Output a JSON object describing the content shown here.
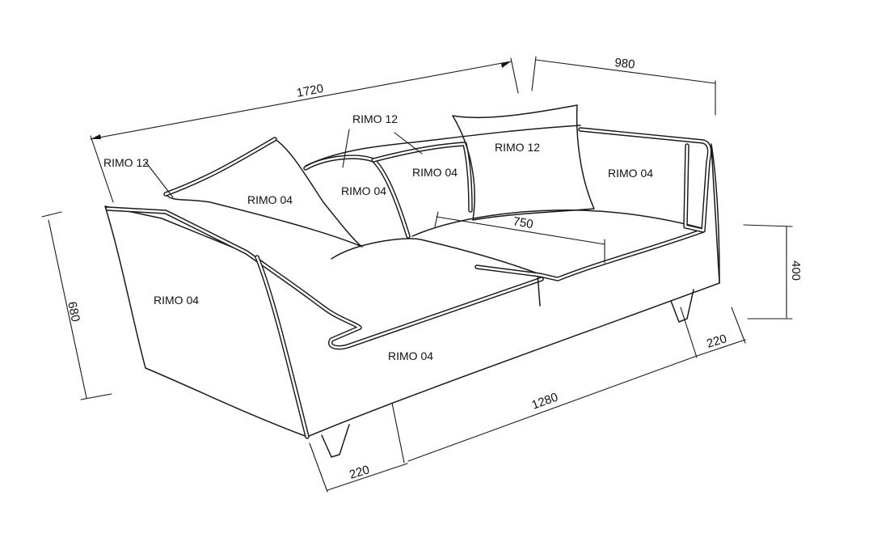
{
  "dimensions": {
    "total_width": "1720",
    "depth": "980",
    "height": "680",
    "seat_height": "400",
    "seat_depth": "750",
    "inner_width": "1280",
    "arm_left": "220",
    "arm_right": "220"
  },
  "materials": {
    "cushion_left_top": "RIMO 12",
    "back_piping": "RIMO 12",
    "pillow_right": "RIMO 12",
    "pillow_left": "RIMO 04",
    "back_cushion_left": "RIMO 04",
    "back_cushion_middle": "RIMO 04",
    "back_right": "RIMO 04",
    "arm_side": "RIMO 04",
    "front_base": "RIMO 04"
  }
}
